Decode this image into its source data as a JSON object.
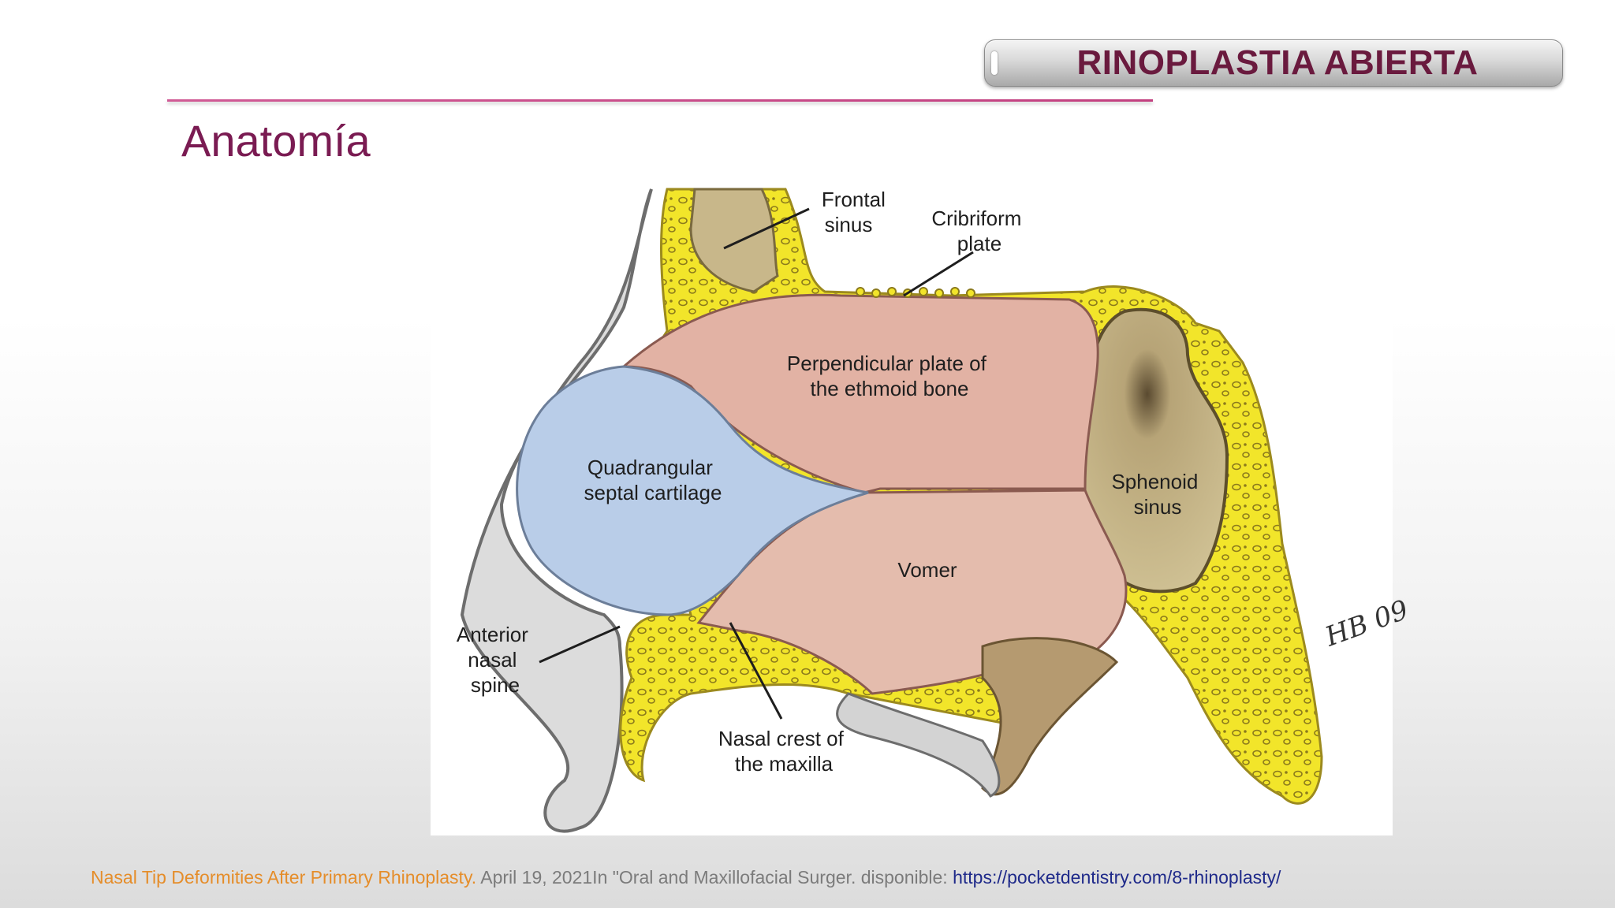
{
  "header": {
    "title": "RINOPLASTIA ABIERTA"
  },
  "slide": {
    "title": "Anatomía"
  },
  "figure": {
    "labels": {
      "frontal_sinus": [
        "Frontal",
        "sinus"
      ],
      "cribriform_plate": [
        "Cribriform",
        "plate"
      ],
      "perpendicular_plate": [
        "Perpendicular plate of",
        "the ethmoid bone"
      ],
      "quadrangular_cartilage": [
        "Quadrangular",
        "septal cartilage"
      ],
      "sphenoid_sinus": [
        "Sphenoid",
        "sinus"
      ],
      "vomer": [
        "Vomer"
      ],
      "anterior_nasal_spine": [
        "Anterior",
        "nasal",
        "spine"
      ],
      "nasal_crest": [
        "Nasal crest of",
        "the maxilla"
      ]
    },
    "signature": "HB 09",
    "colors": {
      "bone": "#f2e52a",
      "ethmoid": "#e2b2a4",
      "cartilage": "#b9cde8",
      "sinus": "#c9b88a",
      "skin": "#dcdcdc"
    }
  },
  "footer": {
    "source": "Nasal Tip Deformities After Primary Rhinoplasty.",
    "citation": " April 19, 2021In \"Oral and Maxillofacial Surger. disponible: ",
    "url": "https://pocketdentistry.com/8-rhinoplasty/"
  }
}
